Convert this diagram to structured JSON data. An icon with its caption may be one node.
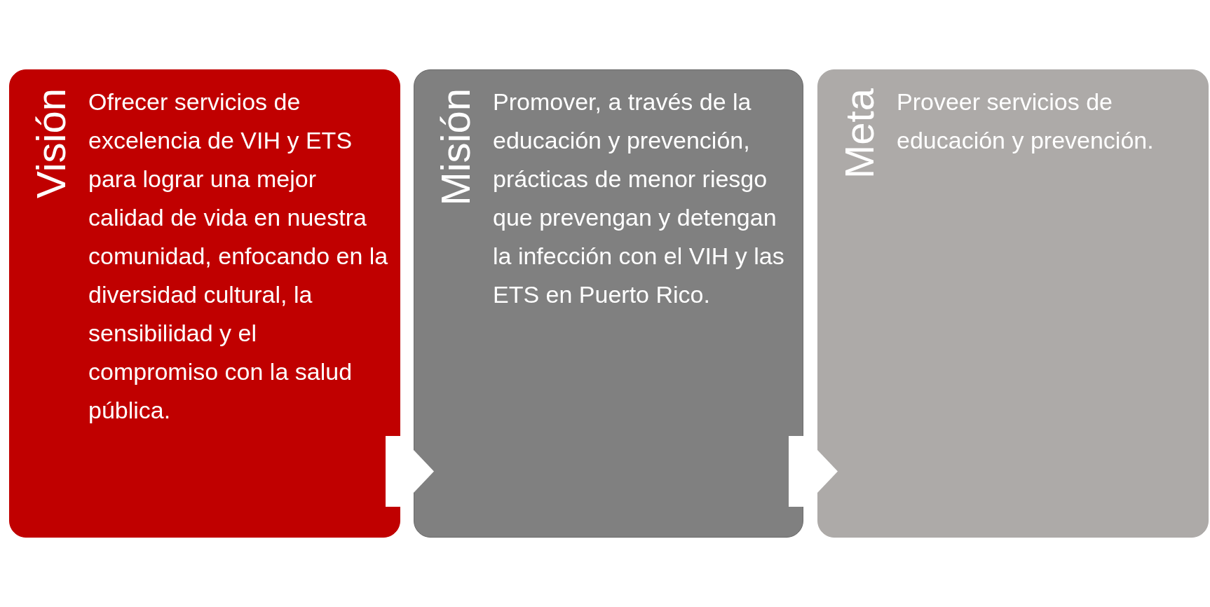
{
  "diagram": {
    "nodes": [
      {
        "text": [
          "Visión",
          "Ofrecer servicios de excelencia de VIH y ETS para lograr una mejor calidad de vida en nuestra comunidad, enfocando en la diversidad cultural, la sensibilidad y el compromiso con la salud pública."
        ]
      },
      {
        "text": [
          "Misión",
          "Promover, a través de la educación y prevención, prácticas de menor riesgo que prevengan y detengan la infección con el VIH y las ETS en Puerto Rico."
        ]
      },
      {
        "text": [
          "Meta",
          "Proveer servicios de educación y prevención."
        ]
      }
    ],
    "edges": [
      {
        "from": 0,
        "to": 1,
        "arrow": "to"
      },
      {
        "from": 1,
        "to": 2,
        "arrow": "to"
      }
    ]
  }
}
